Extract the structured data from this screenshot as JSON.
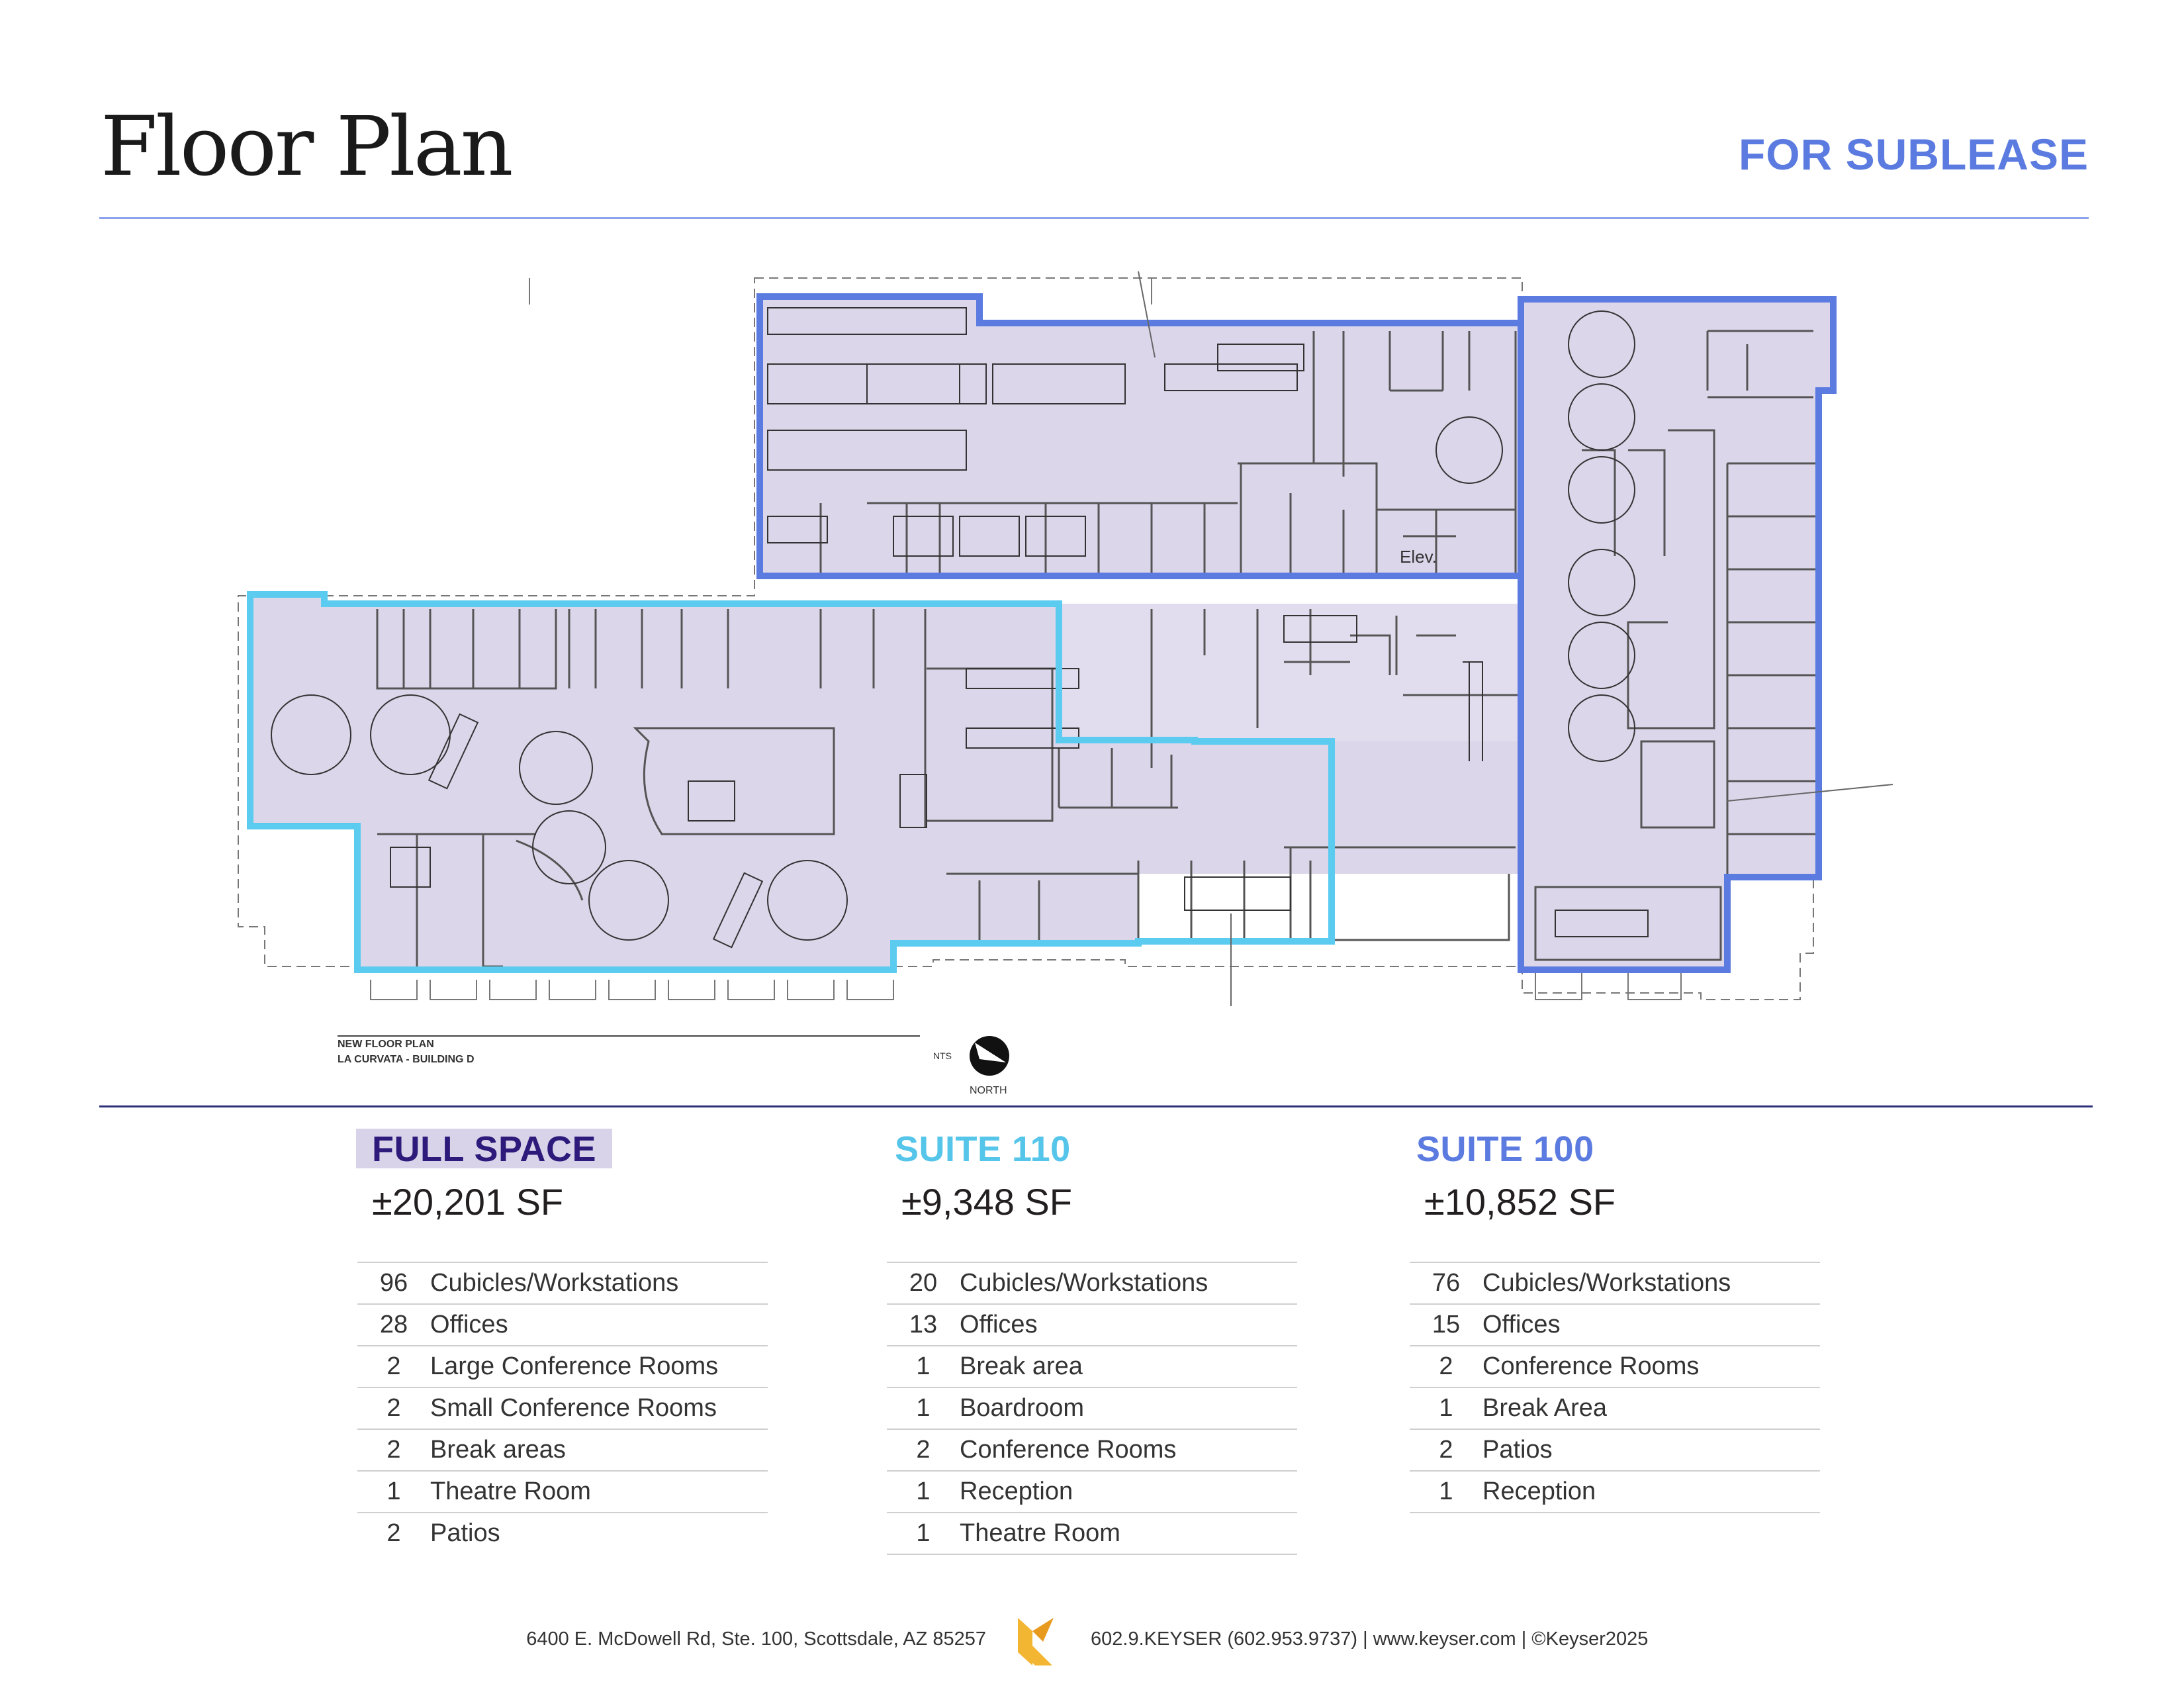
{
  "header": {
    "title": "Floor Plan",
    "badge": "FOR SUBLEASE"
  },
  "plan": {
    "title_line1": "NEW FLOOR PLAN",
    "title_line2": "LA CURVATA - BUILDING D",
    "scale_note": "NTS",
    "north_label": "NORTH",
    "elevator_label": "Elev.",
    "colors": {
      "suite_100_outline": "#5b7be0",
      "suite_110_outline": "#5ccbf0",
      "fill": "#dcd6ea",
      "linework": "#555555"
    }
  },
  "summary": {
    "full": {
      "heading": "FULL SPACE",
      "area": "±20,201 SF",
      "rows": [
        {
          "n": "96",
          "label": "Cubicles/Workstations"
        },
        {
          "n": "28",
          "label": "Offices"
        },
        {
          "n": "2",
          "label": "Large Conference Rooms"
        },
        {
          "n": "2",
          "label": "Small Conference Rooms"
        },
        {
          "n": "2",
          "label": "Break areas"
        },
        {
          "n": "1",
          "label": "Theatre Room"
        },
        {
          "n": "2",
          "label": "Patios"
        }
      ]
    },
    "suite110": {
      "heading": "SUITE 110",
      "area": "±9,348 SF",
      "rows": [
        {
          "n": "20",
          "label": "Cubicles/Workstations"
        },
        {
          "n": "13",
          "label": "Offices"
        },
        {
          "n": "1",
          "label": "Break area"
        },
        {
          "n": "1",
          "label": "Boardroom"
        },
        {
          "n": "2",
          "label": "Conference Rooms"
        },
        {
          "n": "1",
          "label": "Reception"
        },
        {
          "n": "1",
          "label": "Theatre Room"
        }
      ]
    },
    "suite100": {
      "heading": "SUITE 100",
      "area": "±10,852 SF",
      "rows": [
        {
          "n": "76",
          "label": "Cubicles/Workstations"
        },
        {
          "n": "15",
          "label": "Offices"
        },
        {
          "n": "2",
          "label": "Conference Rooms"
        },
        {
          "n": "1",
          "label": "Break Area"
        },
        {
          "n": "2",
          "label": "Patios"
        },
        {
          "n": "1",
          "label": "Reception"
        }
      ]
    }
  },
  "footer": {
    "address": "6400 E. McDowell Rd, Ste. 100, Scottsdale, AZ 85257",
    "contact": "602.9.KEYSER (602.953.9737)  |  www.keyser.com  |  ©Keyser2025",
    "logo_colors": [
      "#f2b632",
      "#e89a1e"
    ]
  }
}
